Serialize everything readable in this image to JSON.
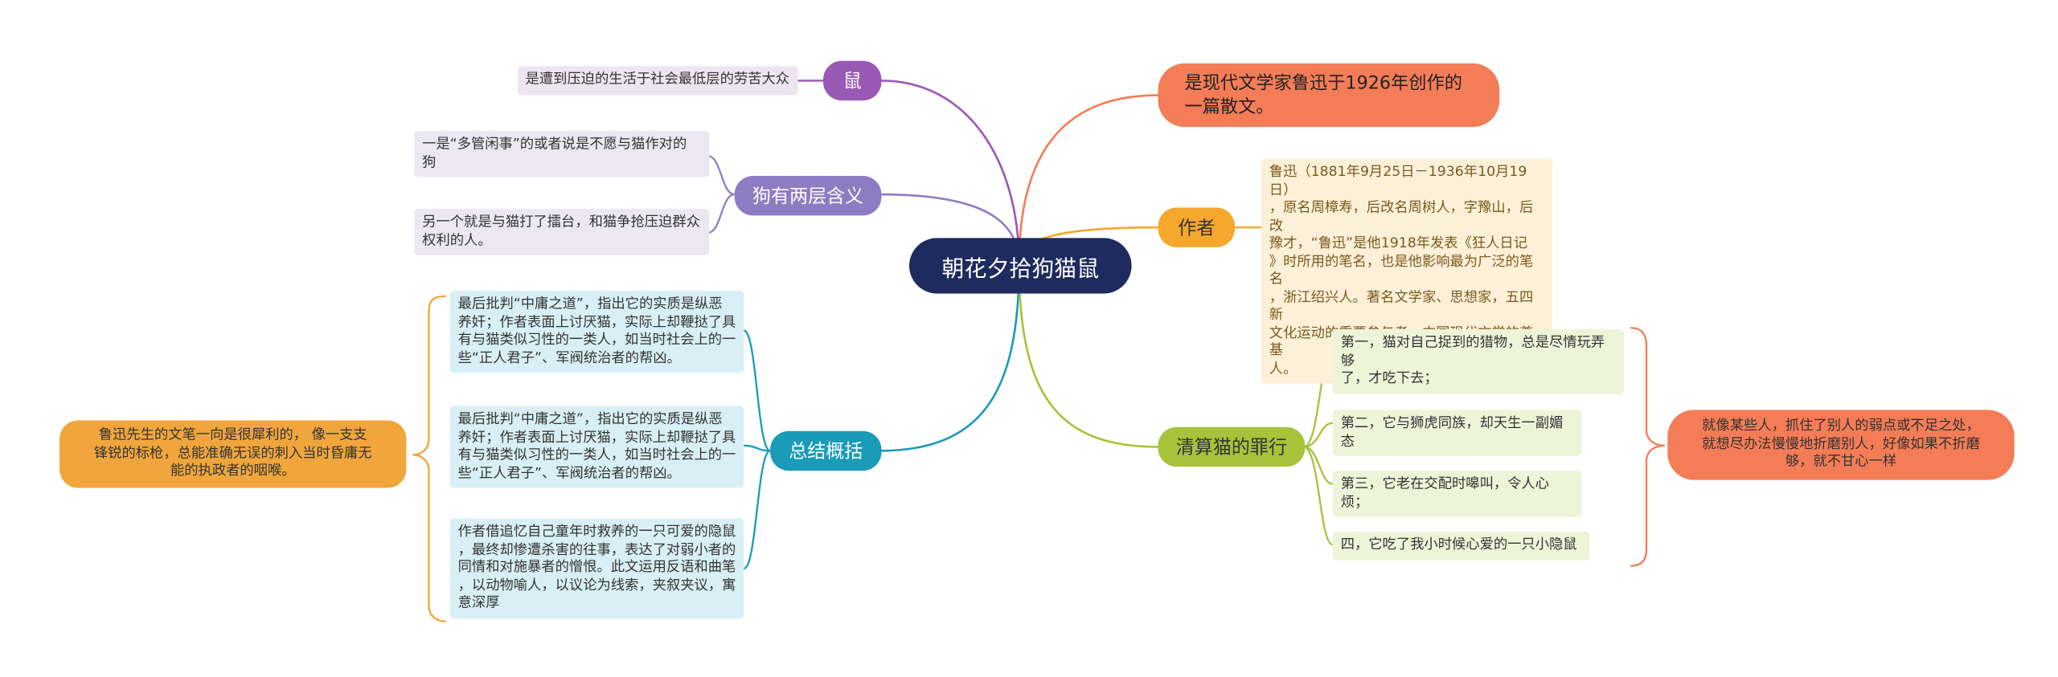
{
  "root": {
    "label": "朝花夕拾狗猫鼠",
    "color": "#1f2a5e"
  },
  "branches": [
    {
      "id": "shu",
      "label": "鼠",
      "color": "#9b59b6",
      "leaf_bg": "#ede6f2",
      "leaves": [
        {
          "lines": [
            "是遭到压迫的生活于社会最低层的劳苦大众"
          ]
        }
      ]
    },
    {
      "id": "gou",
      "label": "狗有两层含义",
      "color": "#8e7cc3",
      "leaf_bg": "#ebe8f4",
      "leaves": [
        {
          "lines": [
            "一是“多管闲事”的或者说是不愿与猫作对的",
            "狗"
          ]
        },
        {
          "lines": [
            "另一个就是与猫打了擂台，和猫争抢压迫群众",
            "权利的人。"
          ]
        }
      ]
    },
    {
      "id": "zongjie",
      "label": "总结概括",
      "color": "#1a9bb8",
      "leaf_bg": "#d8f0f5",
      "leaves": [
        {
          "lines": [
            "最后批判“中庸之道”，指出它的实质是纵恶",
            "养奸；作者表面上讨厌猫，实际上却鞭挞了具",
            "有与猫类似习性的一类人，如当时社会上的一",
            "些“正人君子”、军阀统治者的帮凶。"
          ]
        },
        {
          "lines": [
            "最后批判“中庸之道”，指出它的实质是纵恶",
            "养奸；作者表面上讨厌猫，实际上却鞭挞了具",
            "有与猫类似习性的一类人，如当时社会上的一",
            "些“正人君子”、军阀统治者的帮凶。"
          ]
        },
        {
          "lines": [
            "作者借追忆自己童年时救养的一只可爱的隐鼠",
            "，最终却惨遭杀害的往事，表达了对弱小者的",
            "同情和对施暴者的憎恨。此文运用反语和曲笔",
            "，以动物喻人，以议论为线索，夹叙夹议，寓",
            "意深厚"
          ]
        }
      ],
      "summary": {
        "lines": [
          "鲁迅先生的文笔一向是很犀利的， 像一支支",
          "锋锐的标枪，总能准确无误的刺入当时昏庸无",
          "能的执政者的咽喉。"
        ],
        "color": "#f0a63c"
      }
    },
    {
      "id": "desc",
      "label": [
        "是现代文学家鲁迅于1926年创作的",
        "一篇散文。"
      ],
      "color": "#f47c56"
    },
    {
      "id": "zuozhe",
      "label": "作者",
      "color": "#f5a72e",
      "leaf_bg": "#fdf0d8",
      "leaves": [
        {
          "lines": [
            "鲁迅（1881年9月25日－1936年10月19日）",
            "，原名周樟寿，后改名周树人，字豫山，后改",
            "豫才，“鲁迅”是他1918年发表《狂人日记",
            "》时所用的笔名，也是他影响最为广泛的笔名",
            "，浙江绍兴人。著名文学家、思想家，五四新",
            "文化运动的重要参与者，中国现代文学的奠基",
            "人。"
          ]
        }
      ]
    },
    {
      "id": "mao",
      "label": "清算猫的罪行",
      "color": "#a8c23a",
      "leaf_bg": "#eef4d8",
      "leaves": [
        {
          "lines": [
            "第一，猫对自己捉到的猎物，总是尽情玩弄够",
            "了，才吃下去；"
          ]
        },
        {
          "lines": [
            "第二，它与狮虎同族，却天生一副媚态"
          ]
        },
        {
          "lines": [
            "第三，它老在交配时嗥叫，令人心烦；"
          ]
        },
        {
          "lines": [
            "四，它吃了我小时候心爱的一只小隐鼠"
          ]
        }
      ],
      "summary": {
        "lines": [
          "就像某些人，抓住了别人的弱点或不足之处，",
          "就想尽办法慢慢地折磨别人，好像如果不折磨",
          "够，就不甘心一样"
        ],
        "color": "#f47c56"
      }
    }
  ]
}
